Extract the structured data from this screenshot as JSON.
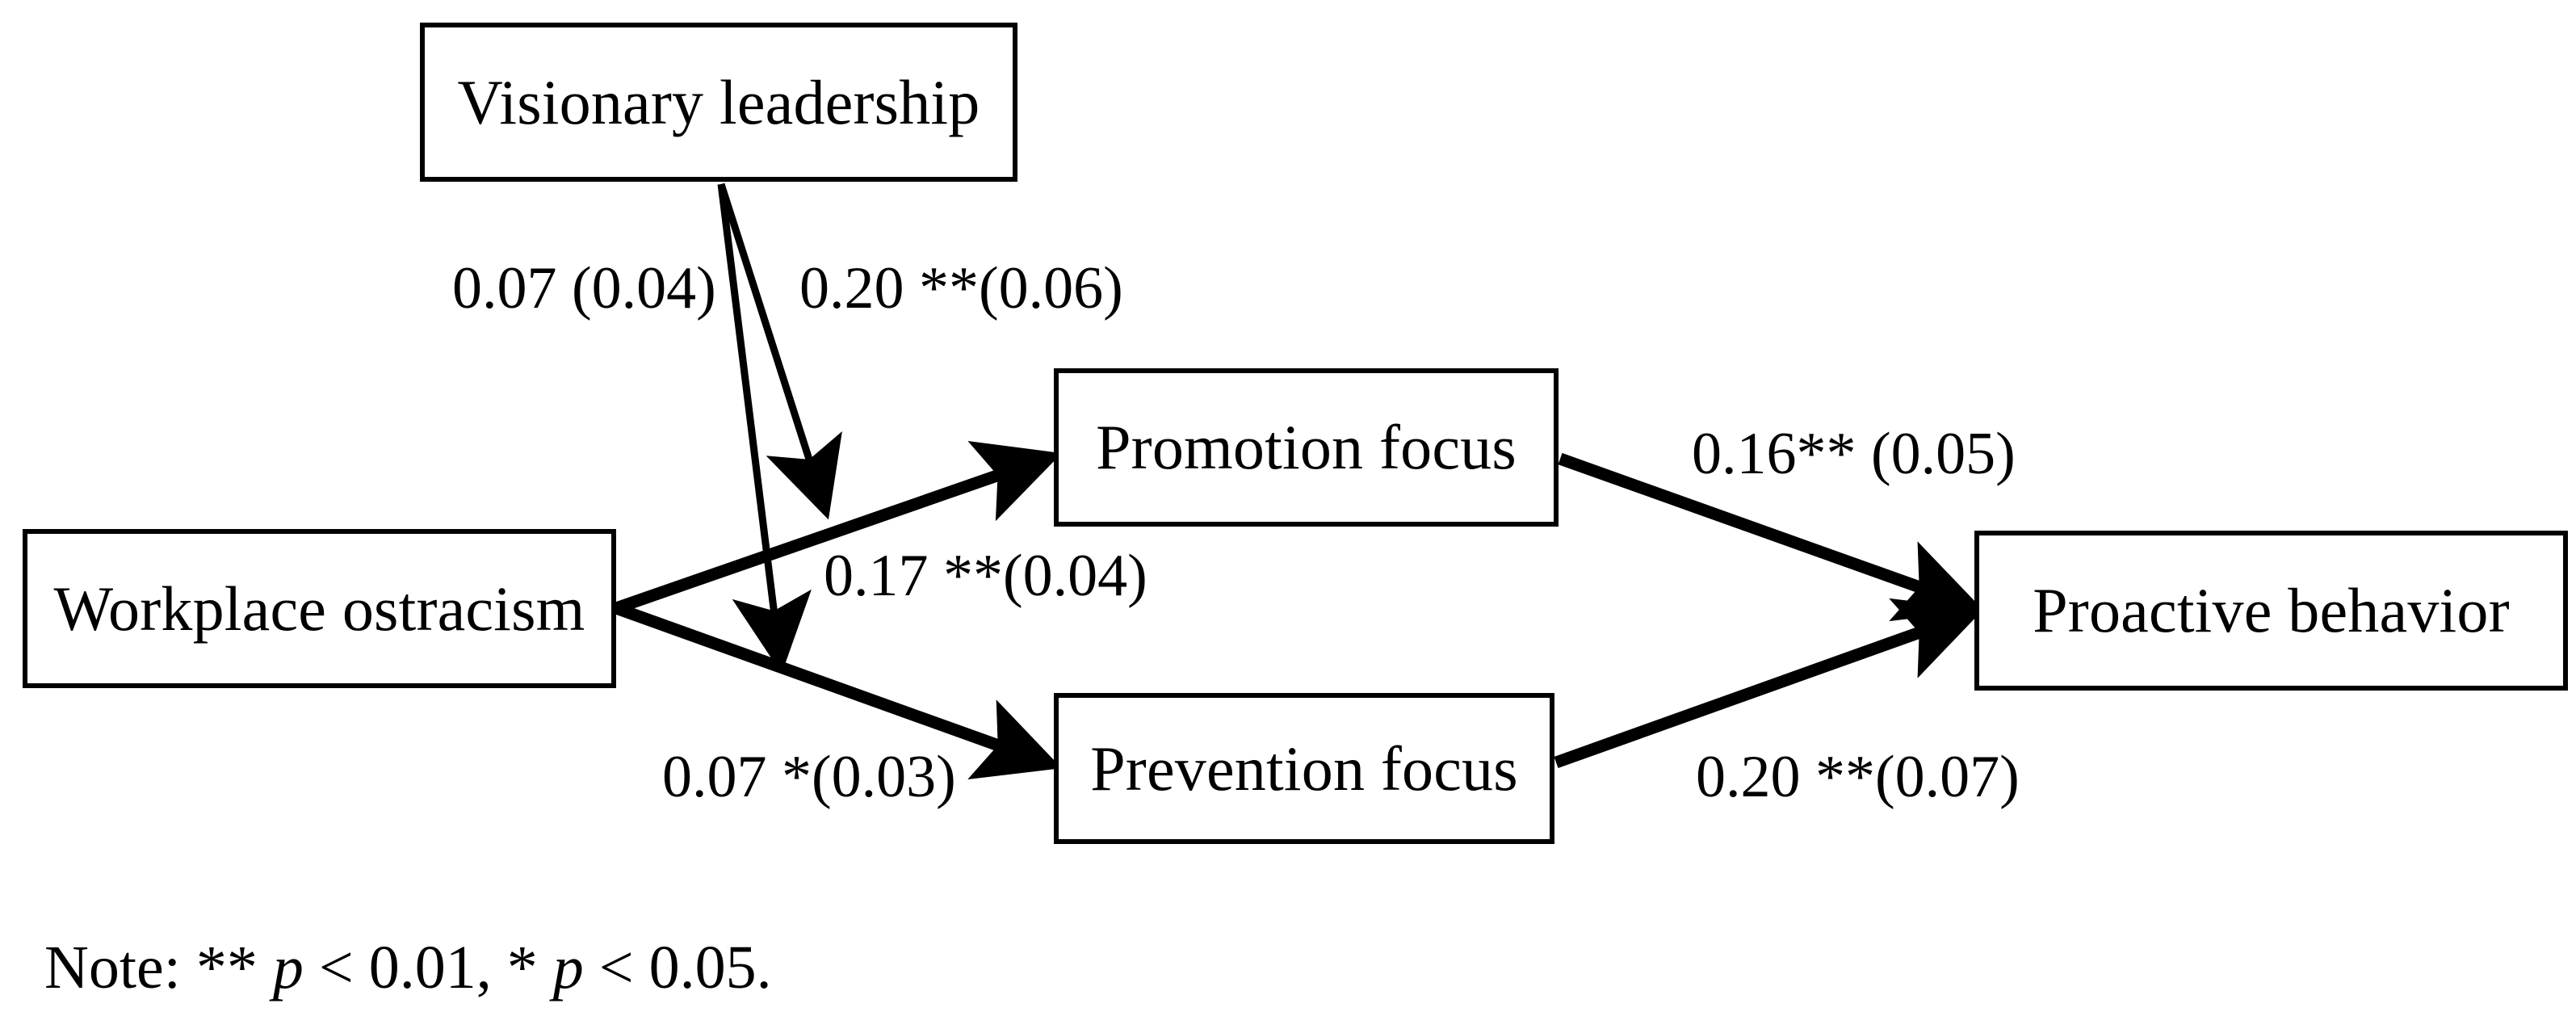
{
  "figure": {
    "type": "path-diagram",
    "background_color": "#ffffff",
    "line_color": "#000000",
    "text_color": "#000000"
  },
  "nodes": [
    {
      "id": "visionary-leadership",
      "label": "Visionary leadership"
    },
    {
      "id": "workplace-ostracism",
      "label": "Workplace ostracism"
    },
    {
      "id": "promotion-focus",
      "label": "Promotion focus"
    },
    {
      "id": "prevention-focus",
      "label": "Prevention focus"
    },
    {
      "id": "proactive-behavior",
      "label": "Proactive behavior"
    }
  ],
  "paths": [
    {
      "id": "vl-to-prevention",
      "from": "visionary-leadership",
      "to": "workplace-ostracism-to-prevention-focus",
      "label": "0.07 (0.04)",
      "coefficient": 0.07,
      "standard_error": 0.04,
      "significance": "",
      "style": "thin"
    },
    {
      "id": "vl-to-promotion",
      "from": "visionary-leadership",
      "to": "workplace-ostracism-to-promotion-focus",
      "label": "0.20 **(0.06)",
      "coefficient": 0.2,
      "standard_error": 0.06,
      "significance": "**",
      "style": "thin"
    },
    {
      "id": "wo-to-promotion",
      "from": "workplace-ostracism",
      "to": "promotion-focus",
      "label": "0.17 **(0.04)",
      "coefficient": 0.17,
      "standard_error": 0.04,
      "significance": "**",
      "style": "thick"
    },
    {
      "id": "wo-to-prevention",
      "from": "workplace-ostracism",
      "to": "prevention-focus",
      "label": "0.07 *(0.03)",
      "coefficient": 0.07,
      "standard_error": 0.03,
      "significance": "*",
      "style": "thick"
    },
    {
      "id": "promotion-to-proactive",
      "from": "promotion-focus",
      "to": "proactive-behavior",
      "label": "0.16** (0.05)",
      "coefficient": 0.16,
      "standard_error": 0.05,
      "significance": "**",
      "style": "thick"
    },
    {
      "id": "prevention-to-proactive",
      "from": "prevention-focus",
      "to": "proactive-behavior",
      "label": "0.20 **(0.07)",
      "coefficient": 0.2,
      "standard_error": 0.07,
      "significance": "**",
      "style": "thick"
    }
  ],
  "note": {
    "prefix": "Note: ** ",
    "p1": "p",
    "mid": " < 0.01, * ",
    "p2": "p",
    "suffix": " < 0.05."
  }
}
